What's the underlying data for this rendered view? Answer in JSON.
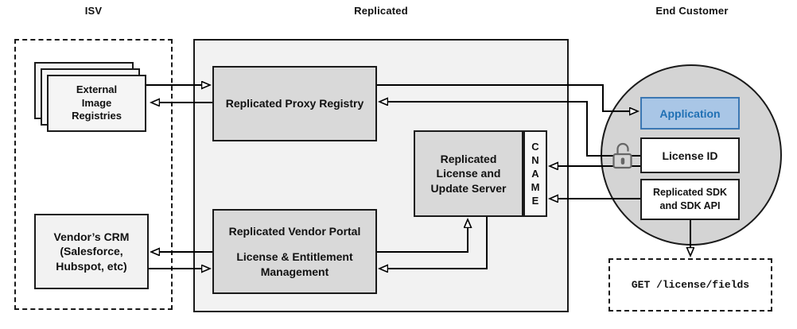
{
  "colors": {
    "canvas_bg": "#ffffff",
    "container_fill": "#f2f2f2",
    "node_fill": "#d9d9d9",
    "paper_fill": "#f5f5f5",
    "circle_fill": "#d4d4d4",
    "app_fill": "#a9c6e6",
    "app_border": "#3b77b3",
    "app_text": "#2070b4",
    "border_color": "#1a1a1a",
    "line_color": "#000000",
    "lock_color": "#666666"
  },
  "sections": {
    "isv": {
      "title": "ISV"
    },
    "replicated": {
      "title": "Replicated"
    },
    "end_customer": {
      "title": "End Customer"
    }
  },
  "nodes": {
    "external_registries": {
      "label": "External\nImage\nRegistries"
    },
    "proxy_registry": {
      "label": "Replicated Proxy Registry"
    },
    "license_server": {
      "label": "Replicated\nLicense and\nUpdate Server"
    },
    "cname": {
      "label": "CNAME"
    },
    "vendor_portal": {
      "title": "Replicated Vendor Portal",
      "subtitle": "License & Entitlement\nManagement"
    },
    "vendor_crm": {
      "label": "Vendor’s CRM\n(Salesforce,\nHubspot, etc)"
    },
    "application": {
      "label": "Application"
    },
    "license_id": {
      "label": "License ID"
    },
    "sdk": {
      "label": "Replicated SDK\nand SDK API"
    },
    "get_endpoint": {
      "label": "GET /license/fields"
    }
  }
}
